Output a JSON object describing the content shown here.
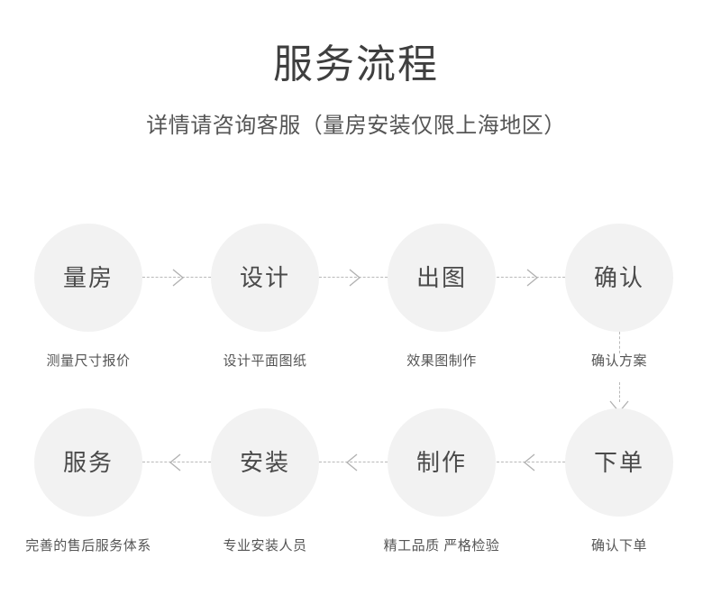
{
  "header": {
    "title": "服务流程",
    "subtitle": "详情请咨询客服（量房安装仅限上海地区）"
  },
  "colors": {
    "background": "#ffffff",
    "circle_fill": "#f2f2f2",
    "circle_label": "#4a4a4a",
    "caption": "#555555",
    "connector": "#b9b9b9",
    "title": "#3f3f3f"
  },
  "flow": {
    "row_top": {
      "direction": "left-to-right",
      "arrow_icon": "chevron-right-icon",
      "steps": [
        {
          "label": "量房",
          "caption": "测量尺寸报价"
        },
        {
          "label": "设计",
          "caption": "设计平面图纸"
        },
        {
          "label": "出图",
          "caption": "效果图制作"
        },
        {
          "label": "确认",
          "caption": "确认方案"
        }
      ]
    },
    "row_bottom": {
      "direction": "right-to-left",
      "arrow_icon": "chevron-left-icon",
      "steps": [
        {
          "label": "服务",
          "caption": "完善的售后服务体系"
        },
        {
          "label": "安装",
          "caption": "专业安装人员"
        },
        {
          "label": "制作",
          "caption": "精工品质 严格检验"
        },
        {
          "label": "下单",
          "caption": "确认下单"
        }
      ]
    },
    "row_link": {
      "arrow_icon": "chevron-down-icon",
      "from": "确认",
      "to": "下单"
    }
  }
}
